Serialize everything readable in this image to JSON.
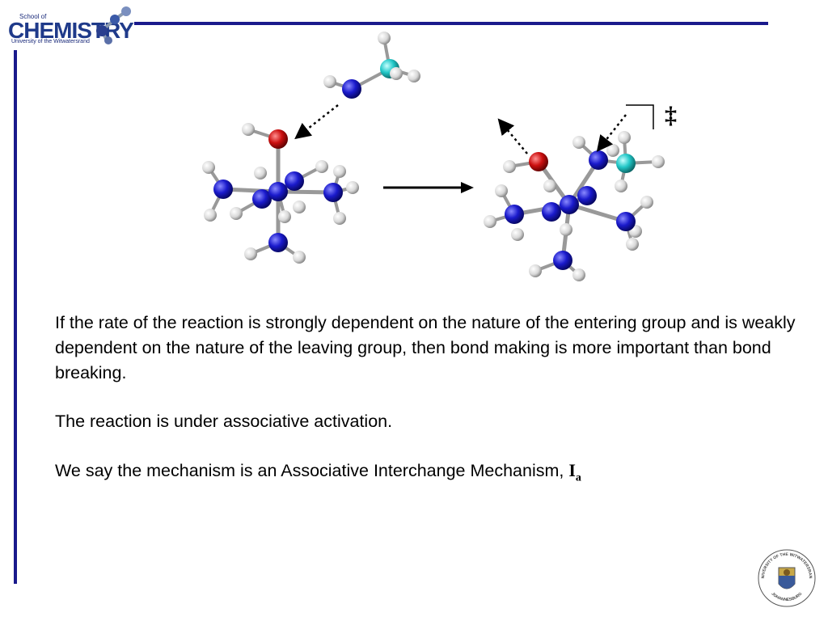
{
  "logo": {
    "school": "School of",
    "name": "CHEMISTRY",
    "university": "University of the Witwatersrand"
  },
  "dagger": "‡",
  "paragraphs": {
    "p1": "If the rate of the reaction is strongly dependent on the nature of the entering group and is weakly dependent on the nature of the leaving group, then bond making is more important than bond breaking.",
    "p2": "The reaction is under associative activation.",
    "p3": "We say the mechanism is an Associative Interchange Mechanism, "
  },
  "mechanism_symbol": {
    "main": "I",
    "sub": "a"
  },
  "seal": {
    "top_text": "UNIVERSITY OF THE WITWATERSRAND",
    "bottom_text": "JOHANNESBURG"
  },
  "colors": {
    "rule": "#1a1a8c",
    "nitrogen": "#1a1acc",
    "oxygen": "#cc1010",
    "entering": "#22c8c8",
    "hydrogen": "#d8d8d8"
  }
}
